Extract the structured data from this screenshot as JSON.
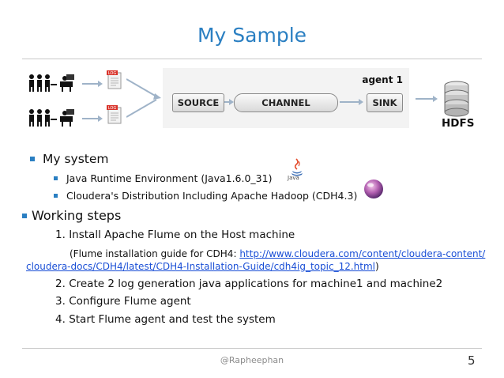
{
  "slide": {
    "title": "My Sample",
    "diagram": {
      "agent_label": "agent 1",
      "source_label": "SOURCE",
      "channel_label": "CHANNEL",
      "sink_label": "SINK",
      "hdfs_label": "HDFS",
      "log_tag": "LOG"
    },
    "bullets": [
      {
        "text": "My system",
        "sub": [
          "Java Runtime Environment (Java1.6.0_31)",
          "Cloudera's Distribution Including Apache Hadoop (CDH4.3)"
        ]
      },
      {
        "text": "Working steps"
      }
    ],
    "steps": [
      {
        "num": "1.",
        "text": "Install Apache Flume on the Host machine"
      },
      {
        "num": "2.",
        "text": "Create 2 log generation java applications for machine1 and machine2"
      },
      {
        "num": "3.",
        "text": "Configure Flume agent"
      },
      {
        "num": "4.",
        "text": "Start Flume agent and test the system"
      }
    ],
    "note": {
      "prefix": "(Flume installation guide for CDH4: ",
      "link_line1": "http://www.cloudera.com/content/cloudera-content/",
      "link_line2": "cloudera-docs/CDH4/latest/CDH4-Installation-Guide/cdh4ig_topic_12.html",
      "suffix": ")"
    },
    "java_logo_text": "Java",
    "footer": "@Rapheephan",
    "page_number": "5",
    "colors": {
      "accent": "#2a7fc2",
      "link": "#1a4fd6",
      "log_tag": "#d9342b"
    },
    "icons": [
      "users-group-icon",
      "log-file-icon",
      "arrow-right-icon",
      "database-icon",
      "java-logo",
      "hadoop-logo"
    ]
  }
}
